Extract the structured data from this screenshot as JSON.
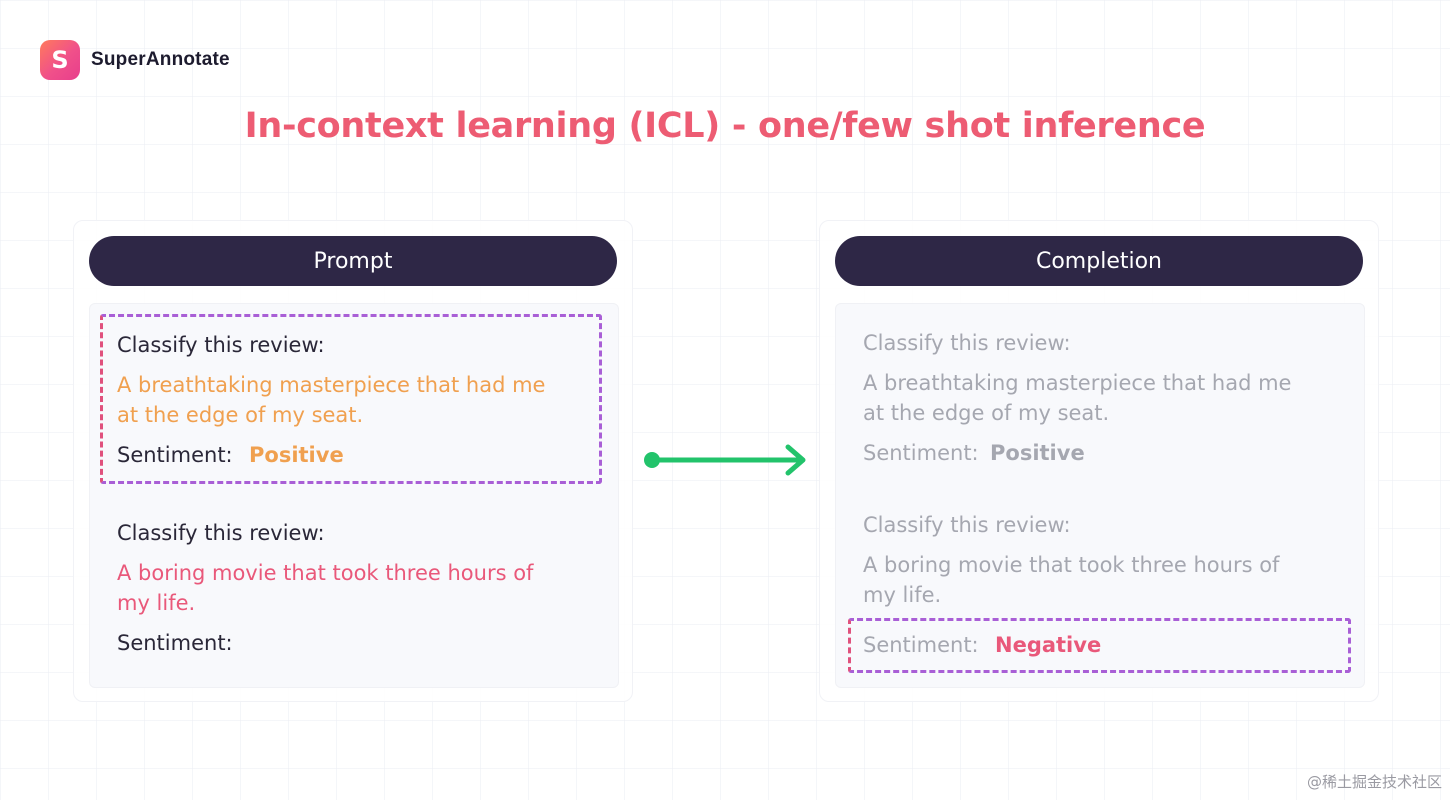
{
  "brand": {
    "logo_letter": "S",
    "name": "SuperAnnotate",
    "colors": {
      "gradient_start": "#ff7a5c",
      "gradient_end": "#e83e8c"
    }
  },
  "title": "In-context learning (ICL) - one/few shot inference",
  "prompt_panel": {
    "header": "Prompt",
    "example": {
      "instruction": "Classify this review:",
      "review_line1": "A breathtaking masterpiece that had me",
      "review_line2": "at the edge of my seat.",
      "sentiment_label": "Sentiment:",
      "sentiment_value": "Positive"
    },
    "query": {
      "instruction": "Classify this review:",
      "review_line1": "A boring movie that took three hours of",
      "review_line2": "my life.",
      "sentiment_label": "Sentiment:"
    }
  },
  "completion_panel": {
    "header": "Completion",
    "example": {
      "instruction": "Classify this review:",
      "review_line1": "A breathtaking masterpiece that had me",
      "review_line2": "at the edge of my seat.",
      "sentiment_label": "Sentiment:",
      "sentiment_value": "Positive"
    },
    "query": {
      "instruction": "Classify this review:",
      "review_line1": "A boring movie that took three hours of",
      "review_line2": "my life.",
      "sentiment_label": "Sentiment:",
      "sentiment_value": "Negative"
    }
  },
  "icons": {
    "arrow": "arrow-right-icon"
  },
  "colors": {
    "title": "#ed5c73",
    "pill": "#2e2746",
    "example_review": "#f0a04f",
    "query_review": "#e9587a",
    "arrow": "#22c36b",
    "dashed_border": "#a95fd6"
  },
  "watermark": "@稀土掘金技术社区"
}
